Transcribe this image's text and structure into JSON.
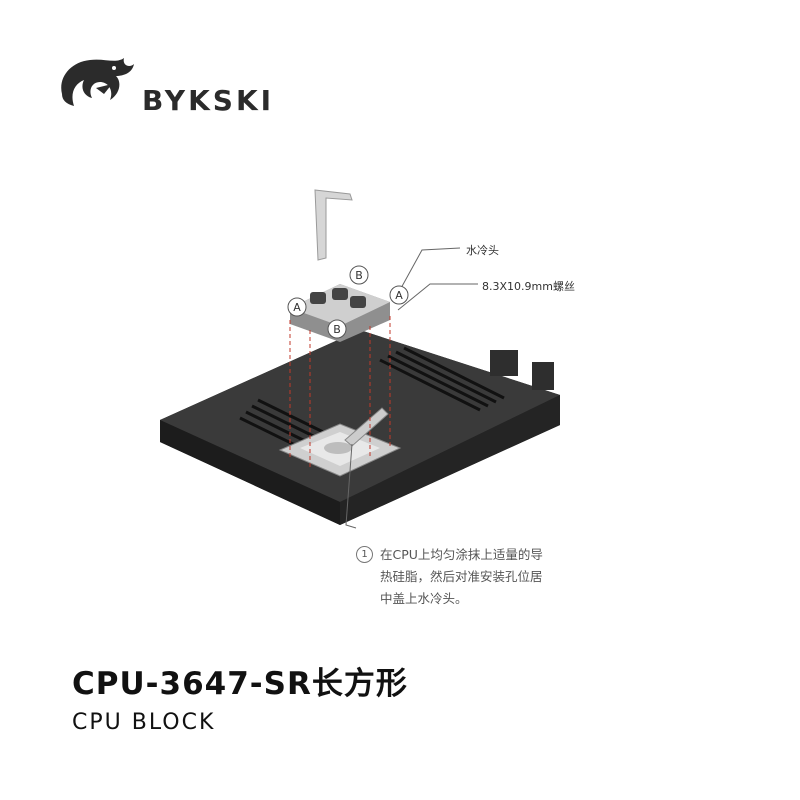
{
  "brand": {
    "name": "BYKSKI"
  },
  "callouts": {
    "water_block": "水冷头",
    "screw": "8.3X10.9mm螺丝",
    "marker_a": "A",
    "marker_b": "B"
  },
  "note": {
    "number": "1",
    "text": "在CPU上均匀涂抹上适量的导热硅脂，然后对准安装孔位居中盖上水冷头。"
  },
  "product": {
    "model": "CPU-3647-SR长方形",
    "subtitle": "CPU BLOCK"
  },
  "colors": {
    "board": "#2a2a2a",
    "text": "#111111",
    "callout_line": "#666666",
    "guide_line": "#c0392b"
  }
}
